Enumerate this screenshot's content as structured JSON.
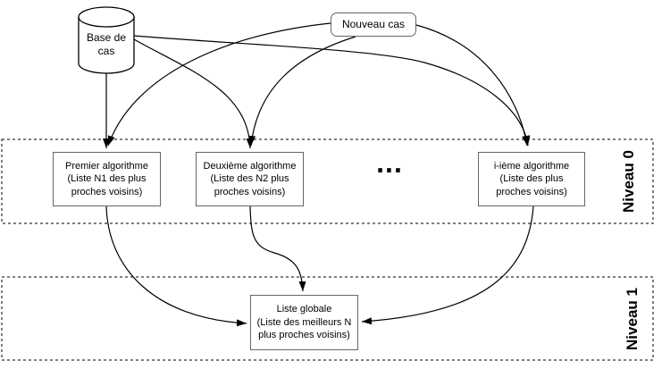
{
  "diagram": {
    "nodes": {
      "base_de_cas": {
        "label": "Base de\ncas",
        "shape": "database-cylinder"
      },
      "nouveau_cas": {
        "label": "Nouveau cas",
        "shape": "rounded-rect"
      },
      "premier_algorithme": {
        "label": "Premier algorithme\n(Liste N1 des plus\nproches voisins)"
      },
      "deuxieme_algorithme": {
        "label": "Deuxième algorithme\n(Liste des N2 plus\nproches voisins)"
      },
      "ellipsis": {
        "label": "..."
      },
      "ieme_algorithme": {
        "label": "i-ième algorithme\n(Liste des plus\nproches voisins)"
      },
      "liste_globale": {
        "label": "Liste globale\n(Liste des meilleurs N\nplus proches voisins)"
      }
    },
    "lanes": {
      "niveau_0": {
        "label": "Niveau 0"
      },
      "niveau_1": {
        "label": "Niveau 1"
      }
    },
    "edges": [
      {
        "from": "base_de_cas",
        "to": "premier_algorithme"
      },
      {
        "from": "base_de_cas",
        "to": "deuxieme_algorithme"
      },
      {
        "from": "base_de_cas",
        "to": "ieme_algorithme"
      },
      {
        "from": "nouveau_cas",
        "to": "premier_algorithme"
      },
      {
        "from": "nouveau_cas",
        "to": "deuxieme_algorithme"
      },
      {
        "from": "nouveau_cas",
        "to": "ieme_algorithme"
      },
      {
        "from": "premier_algorithme",
        "to": "liste_globale"
      },
      {
        "from": "deuxieme_algorithme",
        "to": "liste_globale"
      },
      {
        "from": "ieme_algorithme",
        "to": "liste_globale"
      }
    ],
    "colors": {
      "node_border": "#666666",
      "edge": "#000000",
      "lane_border": "#000000",
      "text": "#000000",
      "background": "#ffffff"
    }
  }
}
